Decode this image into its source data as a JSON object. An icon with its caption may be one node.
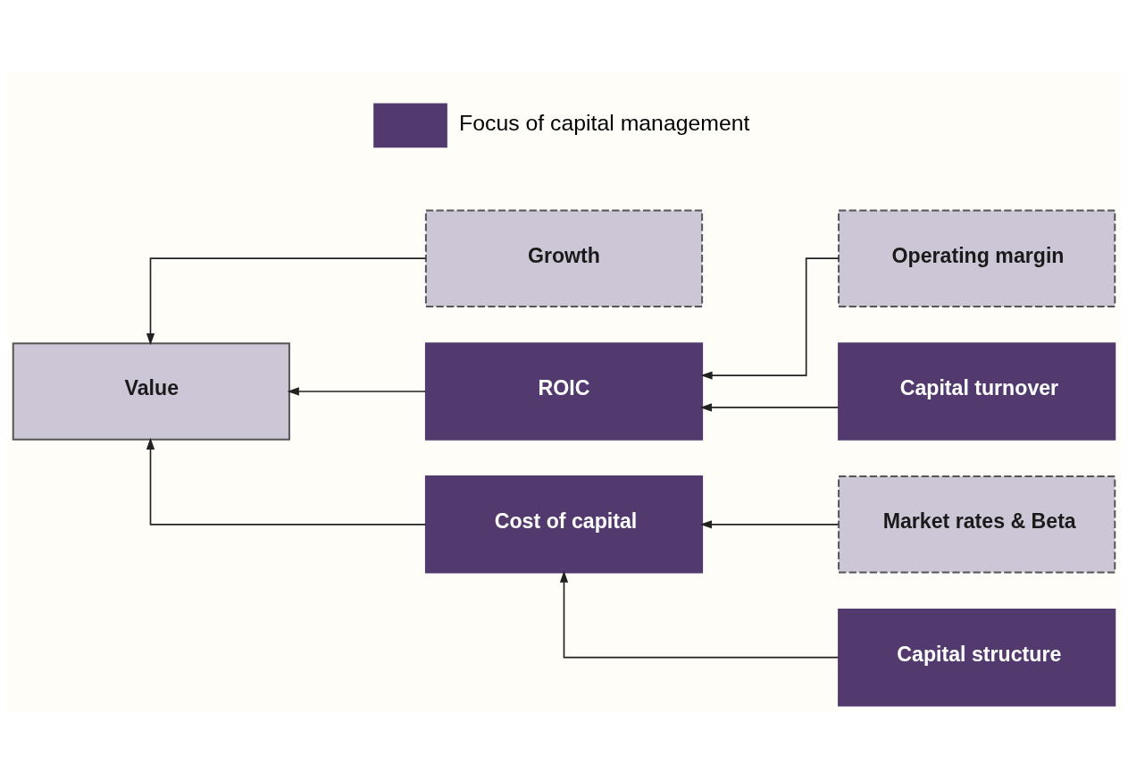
{
  "diagram": {
    "nodes": [
      {
        "text": [
          "Value"
        ]
      },
      {
        "text": [
          "Growth"
        ]
      },
      {
        "text": [
          "ROIC"
        ]
      },
      {
        "text": [
          "Cost of capital"
        ]
      },
      {
        "text": [
          "Operating margin"
        ]
      },
      {
        "text": [
          "Capital turnover"
        ]
      },
      {
        "text": [
          "Market rates & Beta"
        ]
      },
      {
        "text": [
          "Capital structure"
        ]
      }
    ],
    "edges": [
      {
        "from": 1,
        "to": 0,
        "arrow": "to"
      },
      {
        "from": 2,
        "to": 0,
        "arrow": "to"
      },
      {
        "from": 3,
        "to": 0,
        "arrow": "to"
      },
      {
        "from": 4,
        "to": 2,
        "arrow": "to"
      },
      {
        "from": 5,
        "to": 2,
        "arrow": "to"
      },
      {
        "from": 6,
        "to": 3,
        "arrow": "to"
      },
      {
        "from": 7,
        "to": 3,
        "arrow": "to"
      }
    ],
    "legend": [
      {
        "text": "Focus of capital management",
        "color": "#523a6e"
      }
    ]
  }
}
